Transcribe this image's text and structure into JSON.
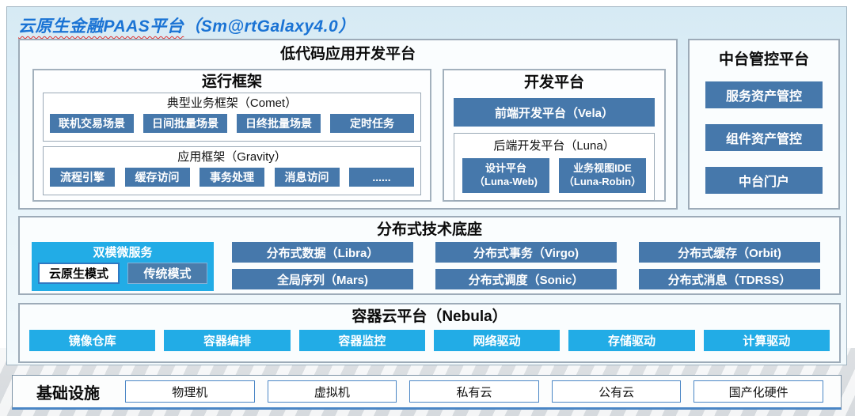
{
  "title": {
    "main": "云原生金融PAAS平台",
    "suffix": "（Sm@rtGalaxy4.0）"
  },
  "low_code": {
    "title": "低代码应用开发平台",
    "runtime": {
      "title": "运行框架",
      "comet": {
        "title": "典型业务框架（Comet）",
        "items": [
          "联机交易场景",
          "日间批量场景",
          "日终批量场景",
          "定时任务"
        ]
      },
      "gravity": {
        "title": "应用框架（Gravity）",
        "items": [
          "流程引擎",
          "缓存访问",
          "事务处理",
          "消息访问",
          "......"
        ]
      }
    },
    "dev": {
      "title": "开发平台",
      "vela": "前端开发平台（Vela）",
      "luna": {
        "title": "后端开发平台（Luna）",
        "items": [
          {
            "line1": "设计平台",
            "line2": "（Luna-Web)"
          },
          {
            "line1": "业务视图IDE",
            "line2": "（Luna-Robin）"
          }
        ]
      }
    }
  },
  "middle_platform": {
    "title": "中台管控平台",
    "items": [
      "服务资产管控",
      "组件资产管控",
      "中台门户"
    ]
  },
  "distributed": {
    "title": "分布式技术底座",
    "dual_mode": {
      "title": "双模微服务",
      "cloud_native": "云原生模式",
      "traditional": "传统模式"
    },
    "items": [
      "分布式数据（Libra）",
      "分布式事务（Virgo)",
      "分布式缓存（Orbit)",
      "全局序列（Mars)",
      "分布式调度（Sonic）",
      "分布式消息（TDRSS）"
    ]
  },
  "container_cloud": {
    "title": "容器云平台（Nebula）",
    "items": [
      "镜像仓库",
      "容器编排",
      "容器监控",
      "网络驱动",
      "存储驱动",
      "计算驱动"
    ]
  },
  "infrastructure": {
    "title": "基础设施",
    "items": [
      "物理机",
      "虚拟机",
      "私有云",
      "公有云",
      "国产化硬件"
    ]
  },
  "colors": {
    "steel_blue": "#4678ab",
    "bright_cyan": "#22ace6",
    "title_blue": "#1a73d4",
    "underline_red": "#e03131",
    "panel_blue": "#d6eaf4",
    "border_gray": "#9dabb8",
    "infra_border_blue": "#4a86c5"
  }
}
